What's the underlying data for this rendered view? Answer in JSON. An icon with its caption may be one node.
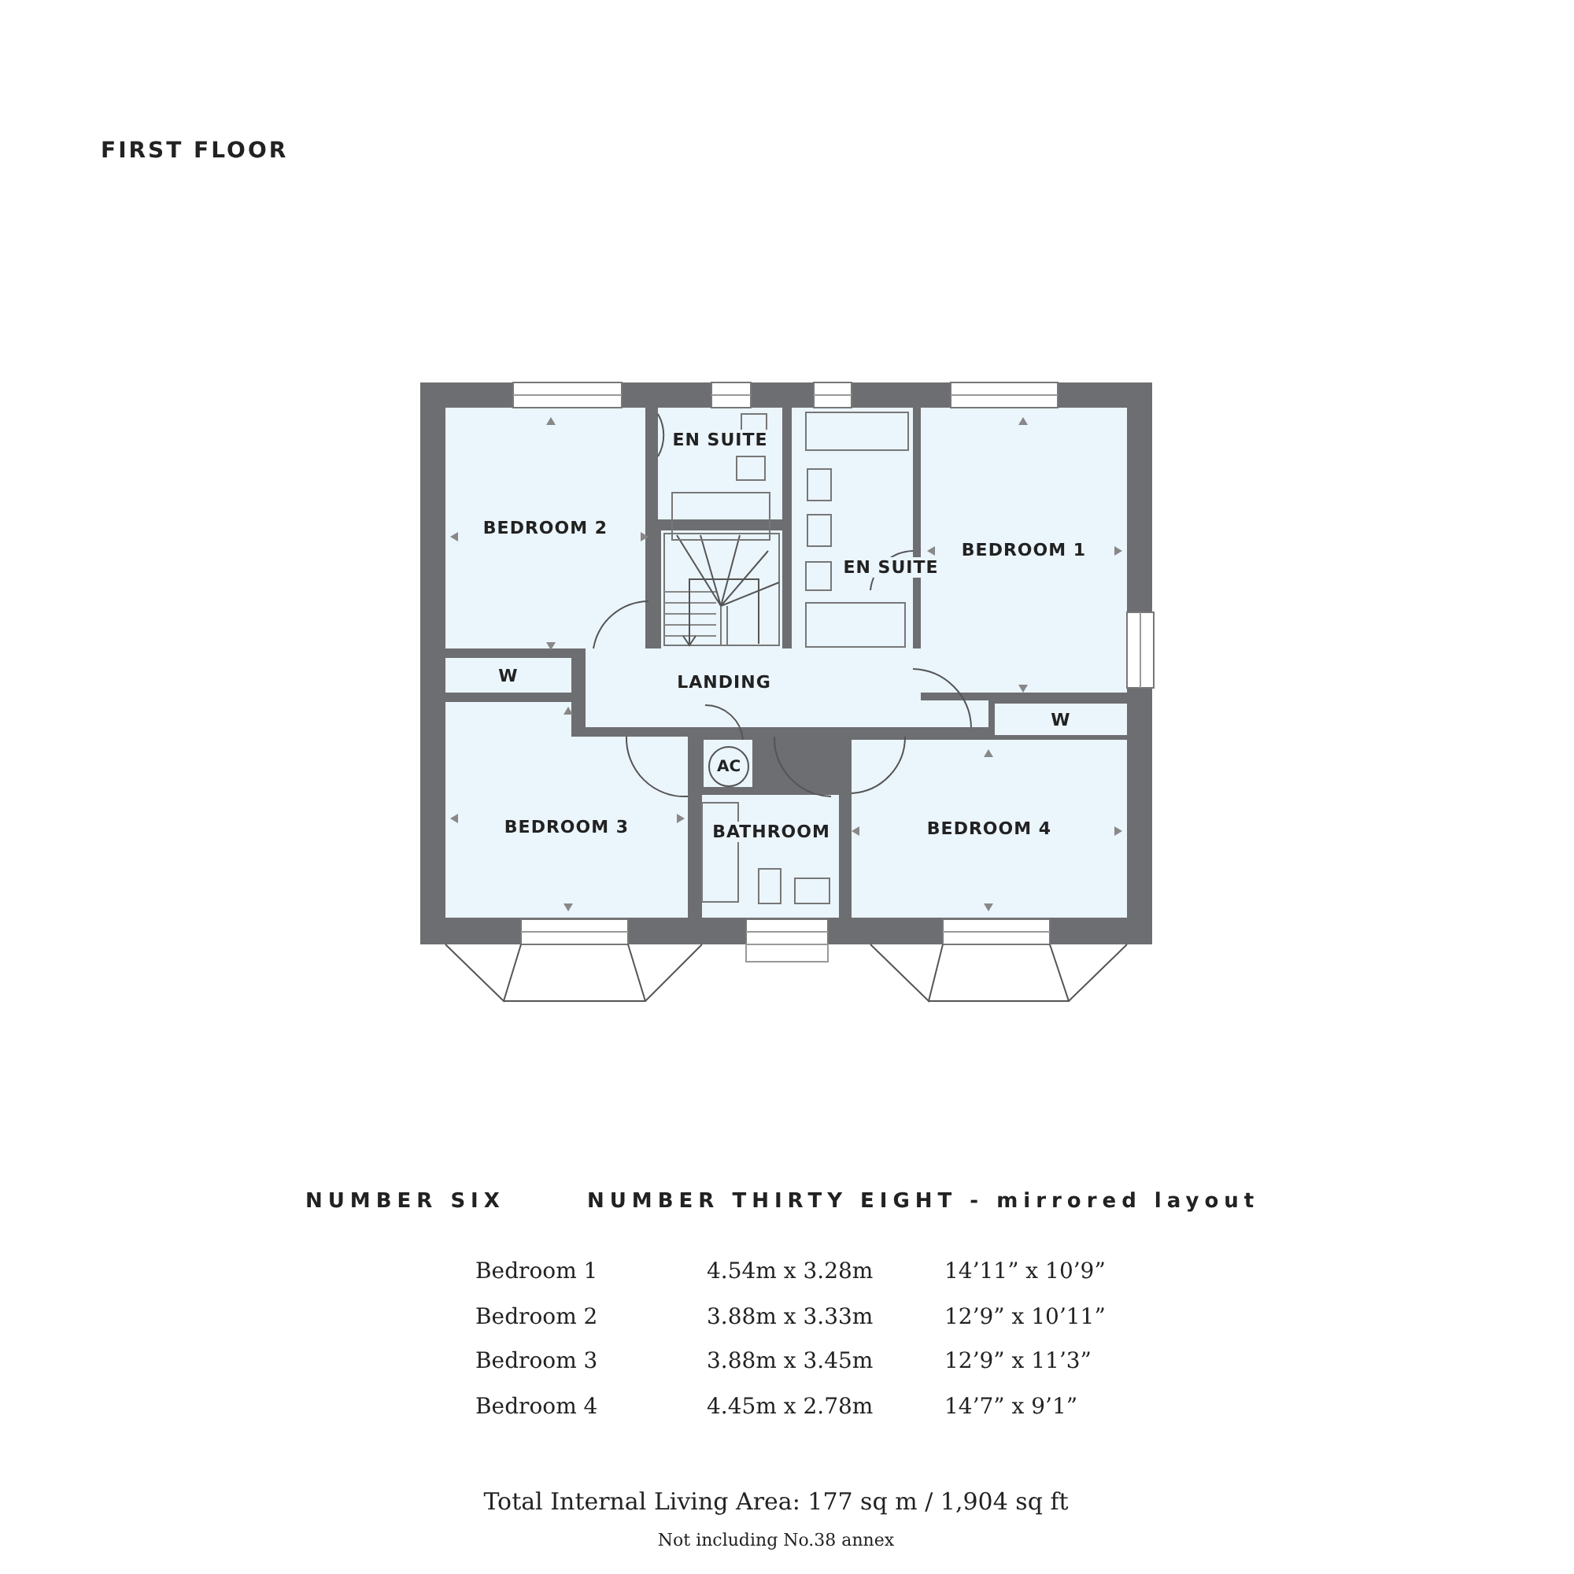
{
  "diagram": {
    "title": "FIRST FLOOR",
    "nodes": [
      {
        "text": [
          "EN SUITE"
        ]
      },
      {
        "text": [
          "BEDROOM 2"
        ]
      },
      {
        "text": [
          "BEDROOM 1"
        ]
      },
      {
        "text": [
          "EN SUITE"
        ]
      },
      {
        "text": [
          "W"
        ]
      },
      {
        "text": [
          "LANDING"
        ]
      },
      {
        "text": [
          "W"
        ]
      },
      {
        "text": [
          "AC"
        ]
      },
      {
        "text": [
          "BEDROOM 3"
        ]
      },
      {
        "text": [
          "BATHROOM"
        ]
      },
      {
        "text": [
          "BEDROOM 4"
        ]
      }
    ],
    "edges": [],
    "labels": [
      "NUMBER SIX",
      "NUMBER THIRTY EIGHT - mirrored layout",
      "Bedroom 1",
      "4.54m x 3.28m",
      "14’11” x 10’9”",
      "Bedroom 2",
      "3.88m x 3.33m",
      "12’9” x 10’11”",
      "Bedroom 3",
      "3.88m x 3.45m",
      "12’9” x 11’3”",
      "Bedroom 4",
      "4.45m x 2.78m",
      "14’7” x 9’1”",
      "Total Internal Living Area: 177 sq m / 1,904 sq ft",
      "Not including No.38 annex"
    ]
  }
}
